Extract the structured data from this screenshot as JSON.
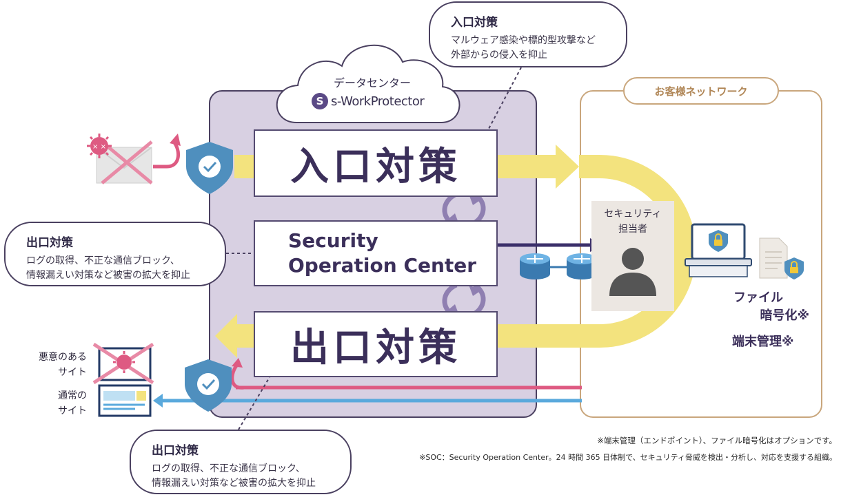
{
  "datacenter": {
    "label": "データセンター",
    "logo_letter": "S",
    "logo_text": "s-WorkProtector"
  },
  "customer": {
    "label": "お客様ネットワーク"
  },
  "bubble_top": {
    "title": "入口対策",
    "line1": "マルウェア感染や標的型攻撃など",
    "line2": "外部からの侵入を抑止"
  },
  "bubble_left": {
    "title": "出口対策",
    "line1": "ログの取得、不正な通信ブロック、",
    "line2": "情報漏えい対策など被害の拡大を抑止"
  },
  "bubble_bottom": {
    "title": "出口対策",
    "line1": "ログの取得、不正な通信ブロック、",
    "line2": "情報漏えい対策など被害の拡大を抑止"
  },
  "boxes": {
    "entrance": "入口対策",
    "soc_line1": "Security",
    "soc_line2": "Operation Center",
    "exit": "出口対策"
  },
  "security_officer": {
    "line1": "セキュリティ",
    "line2": "担当者"
  },
  "features": {
    "file_line1": "ファイル",
    "file_line2": "暗号化※",
    "endpoint": "端末管理※"
  },
  "sites": {
    "malicious_line1": "悪意のある",
    "malicious_line2": "サイト",
    "normal_line1": "通常の",
    "normal_line2": "サイト"
  },
  "notes": {
    "note1": "※端末管理（エンドポイント）、ファイル暗号化はオプションです。",
    "note2": "※SOC：Security Operation Center。24 時間 365 日体制で、セキュリティ脅威を検出・分析し、対応を支援する組織。"
  },
  "colors": {
    "datacenter_fill": "#d8d0e2",
    "yellow_flow": "#f3e37e",
    "threat_pink": "#de5a82",
    "normal_blue": "#5aa9dc",
    "shield": "#4f8fbe",
    "customer_border": "#c9a67c"
  },
  "icons": [
    "shield-check-icon",
    "sync-arrows-icon",
    "router-icon",
    "person-icon",
    "laptop-icon",
    "lock-icon",
    "document-icon",
    "virus-icon",
    "email-icon",
    "website-icon"
  ]
}
